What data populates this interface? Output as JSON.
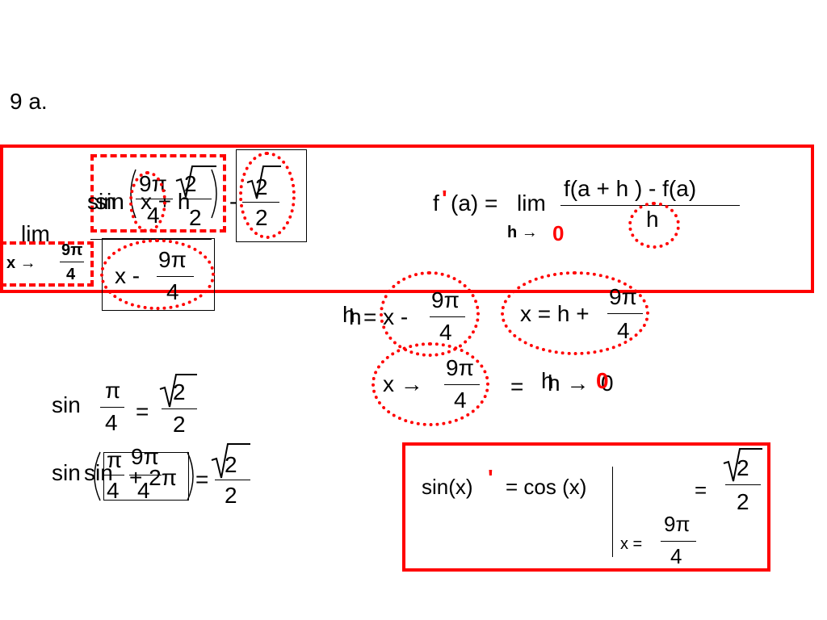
{
  "problem": {
    "label": "9 a."
  },
  "definition": {
    "fprime": "f",
    "prime_mark": "'",
    "paren_a_eq": "(a) =",
    "lim": "lim",
    "numerator": "f(a + h ) - f(a)",
    "denominator": "h",
    "sub_h_arrow": "h →",
    "sub_zero": "0"
  },
  "limit_expr": {
    "lim": "lim",
    "sub_x_arrow": "x →",
    "sub_frac_num": "9π",
    "sub_frac_den": "4",
    "sin_overlap_a": "sin",
    "sin_overlap_b": "sin",
    "inner_num": "9π",
    "inner_den": "4",
    "inner_x_plus_h": "x + h",
    "root_num_1": "2",
    "root_den_1": "2",
    "minus": "-",
    "root_num_2": "2",
    "root_den_2": "2",
    "denom_x_minus": "x -",
    "denom_frac_num": "9π",
    "denom_frac_den": "4"
  },
  "substitution": {
    "h_a": "h",
    "h_b": "h",
    "eq_x_minus": "= x -",
    "frac1_num": "9π",
    "frac1_den": "4",
    "x_eq_h_plus": "x = h +",
    "frac2_num": "9π",
    "frac2_den": "4",
    "x_arrow": "x →",
    "frac3_num": "9π",
    "frac3_den": "4",
    "eq": "=",
    "h_arrow_a": "h",
    "h_arrow_b": "h →",
    "zero_black": "0",
    "zero_red": "0"
  },
  "identity1": {
    "sin": "sin",
    "pi": "π",
    "den": "4",
    "eq": "=",
    "root_num": "2",
    "root_den": "2"
  },
  "identity2": {
    "sin_a": "sin",
    "sin_b": "sin",
    "pi": "π",
    "den1": "4",
    "nine_pi": "9π",
    "den2": "4",
    "plus_2pi": "+ 2π",
    "eq": "=",
    "root_num": "2",
    "root_den": "2"
  },
  "derivative_box": {
    "sin_x": "sin(x)",
    "prime_mark": "'",
    "eq_cos": "= cos (x)",
    "eq": "=",
    "root_num": "2",
    "root_den": "2",
    "x_eq": "x =",
    "frac_num": "9π",
    "frac_den": "4"
  },
  "colors": {
    "accent": "#ff0000",
    "ink": "#000000"
  }
}
